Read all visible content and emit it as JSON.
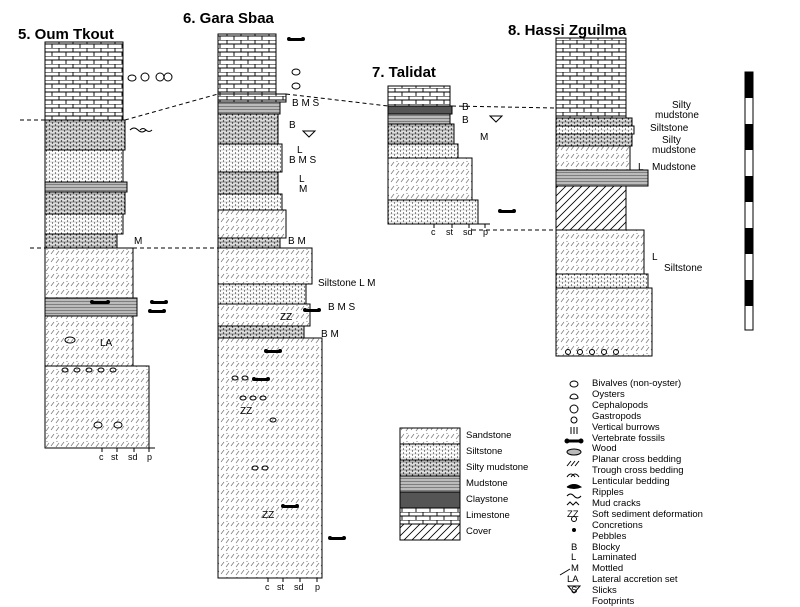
{
  "sections": [
    {
      "id": "oum",
      "title": "5. Oum Tkout",
      "labels": [
        "M",
        "LA"
      ]
    },
    {
      "id": "gara",
      "title": "6. Gara Sbaa",
      "labels": [
        "B M S",
        "B",
        "L",
        "B M S",
        "L",
        "M",
        "B M",
        "Siltstone  L M",
        "B M S",
        "B M"
      ]
    },
    {
      "id": "talidat",
      "title": "7. Talidat",
      "labels": [
        "B",
        "B",
        "M"
      ]
    },
    {
      "id": "hassi",
      "title": "8. Hassi Zguilma",
      "labels": [
        "Silty",
        "mudstone",
        "Siltstone",
        "Silty",
        "mudstone",
        "L",
        "Mudstone",
        "L",
        "Siltstone"
      ]
    }
  ],
  "grain_axis": [
    "c",
    "st",
    "sd",
    "p"
  ],
  "lithology_legend": [
    "Sandstone",
    "Siltstone",
    "Silty mudstone",
    "Mudstone",
    "Claystone",
    "Limestone",
    "Cover"
  ],
  "symbol_legend": [
    {
      "code": "",
      "label": "Bivalves (non-oyster)",
      "icon": "bivalve-icon"
    },
    {
      "code": "",
      "label": "Oysters",
      "icon": "oyster-icon"
    },
    {
      "code": "",
      "label": "Cephalopods",
      "icon": "cephalopod-icon"
    },
    {
      "code": "",
      "label": "Gastropods",
      "icon": "gastropod-icon"
    },
    {
      "code": "",
      "label": "Vertical burrows",
      "icon": "burrow-icon"
    },
    {
      "code": "",
      "label": "Vertebrate fossils",
      "icon": "bone-icon"
    },
    {
      "code": "",
      "label": "Wood",
      "icon": "wood-icon"
    },
    {
      "code": "",
      "label": "Planar cross bedding",
      "icon": "planar-cross-icon"
    },
    {
      "code": "",
      "label": "Trough cross bedding",
      "icon": "trough-cross-icon"
    },
    {
      "code": "",
      "label": "Lenticular bedding",
      "icon": "lenticular-icon"
    },
    {
      "code": "",
      "label": "Ripples",
      "icon": "ripple-icon"
    },
    {
      "code": "",
      "label": "Mud cracks",
      "icon": "mudcrack-icon"
    },
    {
      "code": "ZZ",
      "label": "Soft sediment deformation",
      "icon": "deformation-icon"
    },
    {
      "code": "",
      "label": "Concretions",
      "icon": "concretion-icon"
    },
    {
      "code": "",
      "label": "Pebbles",
      "icon": "pebble-icon"
    },
    {
      "code": "B",
      "label": "Blocky",
      "icon": ""
    },
    {
      "code": "L",
      "label": "Laminated",
      "icon": ""
    },
    {
      "code": "M",
      "label": "Mottled",
      "icon": ""
    },
    {
      "code": "LA",
      "label": "Lateral accretion set",
      "icon": "accretion-icon"
    },
    {
      "code": "S",
      "label": "Slicks",
      "icon": ""
    },
    {
      "code": "",
      "label": "Footprints",
      "icon": "footprint-icon"
    }
  ]
}
